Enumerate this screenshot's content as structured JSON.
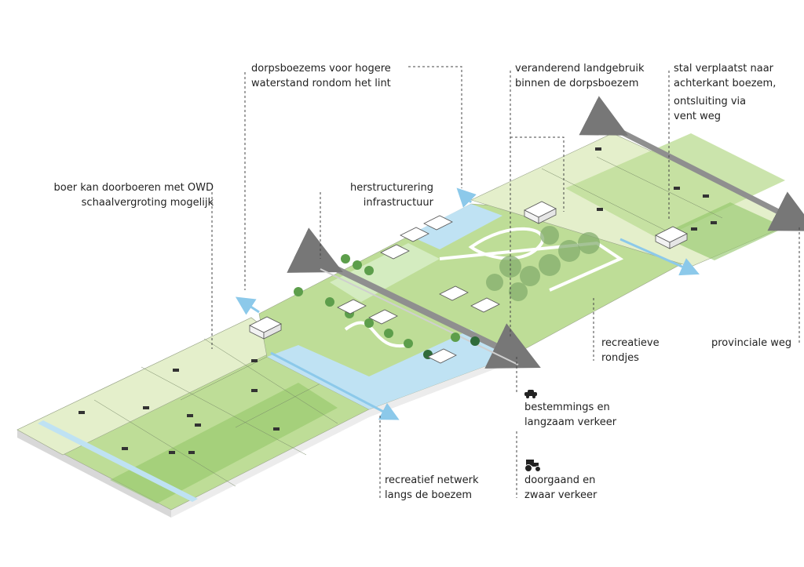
{
  "labels": {
    "dorpsboezems": [
      "dorpsboezems voor hogere",
      "waterstand rondom het lint"
    ],
    "landgebruik": [
      "veranderend landgebruik",
      "binnen de dorpsboezem"
    ],
    "stal": [
      "stal verplaatst naar",
      "achterkant boezem,"
    ],
    "ontsluiting": [
      "ontsluiting via",
      "vent weg"
    ],
    "boer": [
      "boer kan doorboeren met OWD",
      "schaalvergroting mogelijk"
    ],
    "herstructurering": [
      "herstructurering",
      "infrastructuur"
    ],
    "recreatieve": [
      "recreatieve",
      "rondjes"
    ],
    "provinciale": "provinciale weg",
    "bestemmings": [
      "bestemmings en",
      "langzaam verkeer"
    ],
    "recreatief_netwerk": [
      "recreatief netwerk",
      "langs de boezem"
    ],
    "doorgaand": [
      "doorgaand en",
      "zwaar verkeer"
    ]
  },
  "icons": [
    "car-icon",
    "tractor-icon",
    "cyclist-icon",
    "cow-icon",
    "tree-icon",
    "house-icon"
  ],
  "colors": {
    "grass_light": "#e4efcb",
    "grass_mid": "#bedd97",
    "grass_dark": "#8fc465",
    "water": "#bfe2f3",
    "road": "#8f8f8f",
    "tree": "#5d9e4b",
    "tree_dark": "#2f6b3a",
    "leader": "#444444"
  }
}
